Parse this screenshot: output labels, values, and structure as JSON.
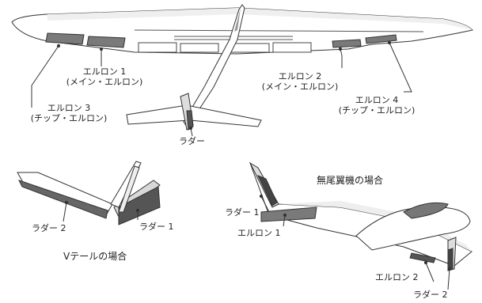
{
  "glider": {
    "aileron1_name": "エルロン 1",
    "aileron1_sub": "(メイン・エルロン)",
    "aileron2_name": "エルロン 2",
    "aileron2_sub": "(メイン・エルロン)",
    "aileron3_name": "エルロン 3",
    "aileron3_sub": "(チップ・エルロン)",
    "aileron4_name": "エルロン 4",
    "aileron4_sub": "(チップ・エルロン)",
    "rudder_label": "ラダー"
  },
  "vtail": {
    "rudder2_label": "ラダー 2",
    "rudder1_label": "ラダー 1",
    "caption": "Vテールの場合"
  },
  "tailless": {
    "caption": "無尾翼機の場合",
    "rudder1_label": "ラダー 1",
    "aileron1_label": "エルロン 1",
    "aileron2_label": "エルロン 2",
    "rudder2_label": "ラダー 2"
  },
  "colors": {
    "line": "#333333",
    "surface_fill": "#7a7a7a",
    "wing_fill": "#ffffff",
    "shade_fill": "#dddddd"
  }
}
